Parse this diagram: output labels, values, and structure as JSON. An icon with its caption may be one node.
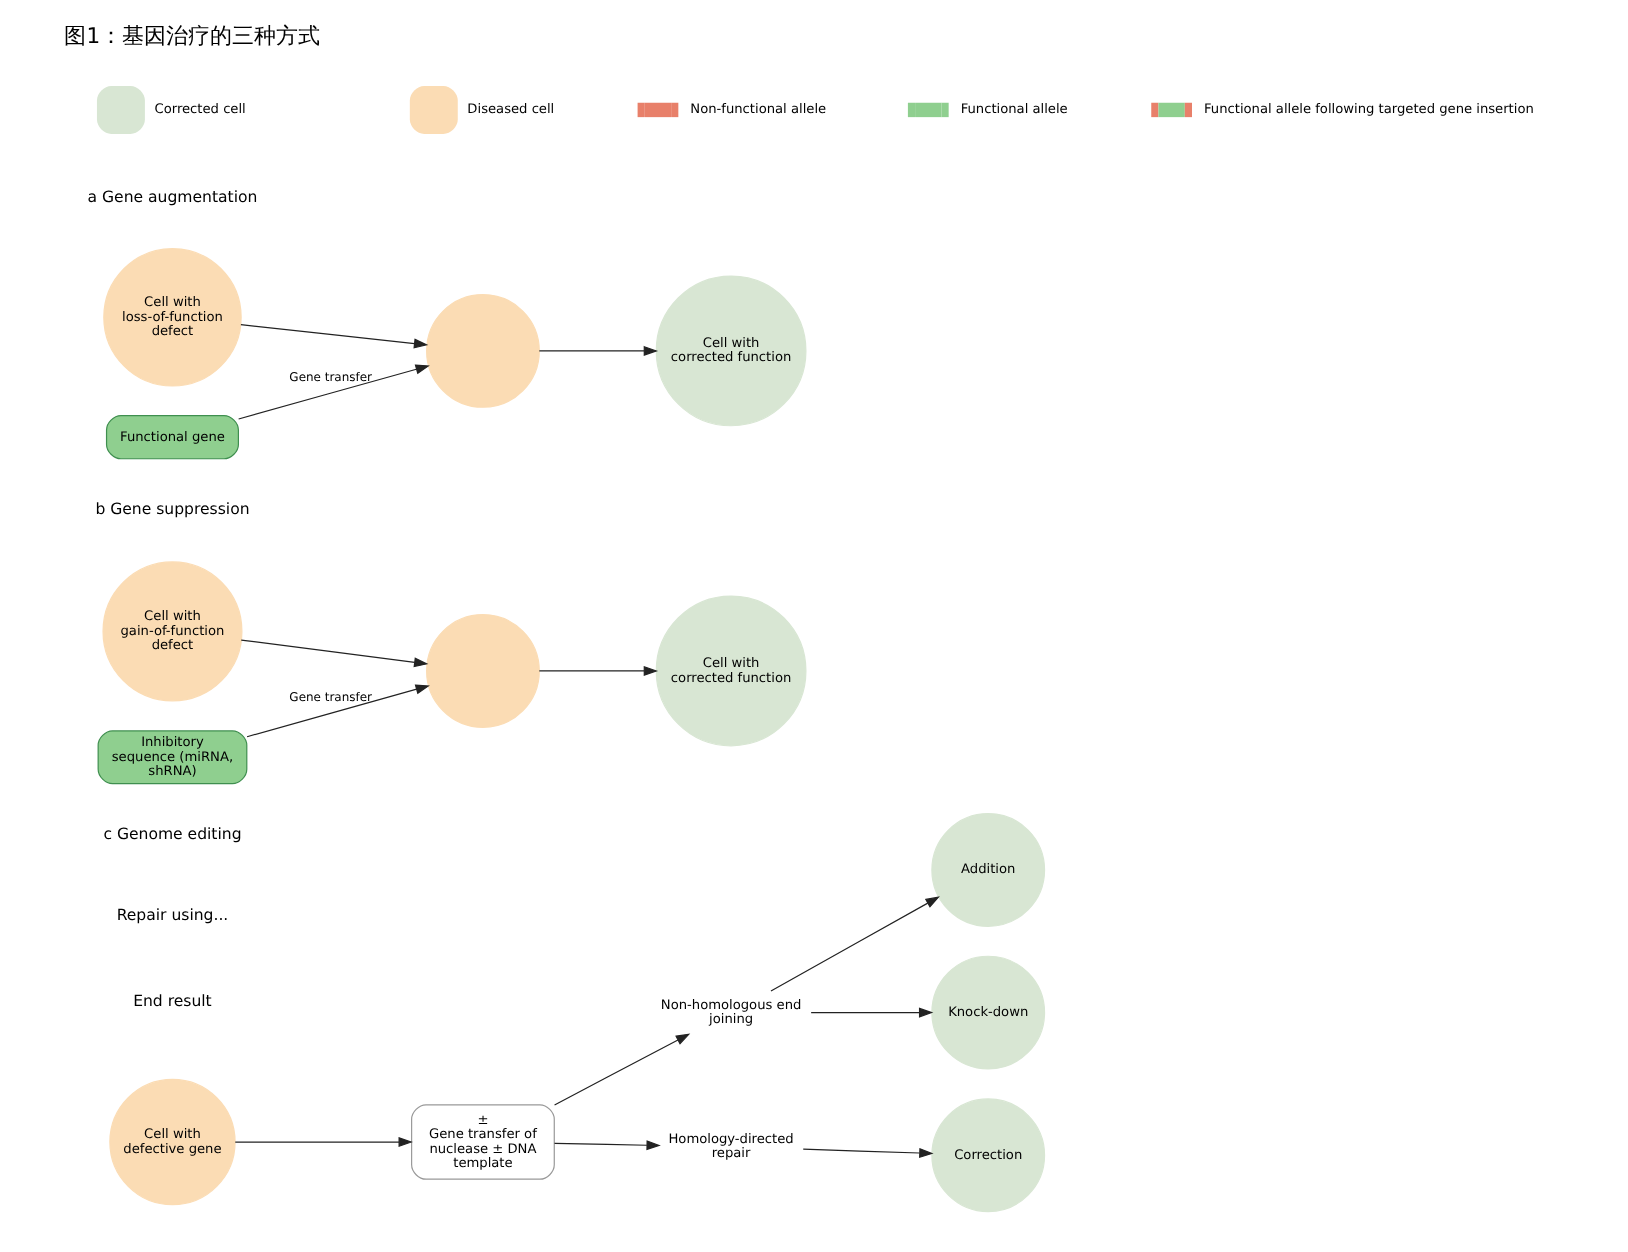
{
  "diagram": {
    "title": "图1：基因治疗的三种方式",
    "nodes": [
      {
        "text": [
          "Cell with loss-of-function defect"
        ]
      },
      {
        "text": [],
        "shape": "circle"
      },
      {
        "text": [
          "Cell with corrected function"
        ]
      },
      {
        "text": [
          "Functional gene"
        ]
      },
      {
        "text": [
          "Cell with gain-of-function defect"
        ]
      },
      {
        "text": [],
        "shape": "circle"
      },
      {
        "text": [
          "Cell with corrected function"
        ]
      },
      {
        "text": [
          "Inhibitory sequence (miRNA, shRNA)"
        ]
      },
      {
        "text": [
          "Cell with defective gene"
        ]
      },
      {
        "text": [
          "±",
          "Gene transfer of nuclease ± DNA template"
        ]
      },
      {
        "text": [
          "Homology-directed repair"
        ]
      },
      {
        "text": [
          "Non-homologous end joining"
        ]
      },
      {
        "text": [
          "Correction"
        ]
      },
      {
        "text": [
          "Knock-down"
        ]
      },
      {
        "text": [
          "Addition"
        ]
      }
    ],
    "edges": [
      {
        "from": 0,
        "to": 1,
        "arrow": "to"
      },
      {
        "from": 1,
        "to": 2,
        "arrow": "to"
      },
      {
        "from": 3,
        "to": 1,
        "arrow": "to",
        "label": "Gene transfer"
      },
      {
        "from": 4,
        "to": 5,
        "arrow": "to"
      },
      {
        "from": 5,
        "to": 6,
        "arrow": "to"
      },
      {
        "from": 7,
        "to": 5,
        "arrow": "to",
        "label": "Gene transfer"
      },
      {
        "from": 8,
        "to": 9,
        "arrow": "to"
      },
      {
        "from": 9,
        "to": 10,
        "arrow": "to"
      },
      {
        "from": 9,
        "to": 11,
        "arrow": "to"
      },
      {
        "from": 10,
        "to": 12,
        "arrow": "to"
      },
      {
        "from": 11,
        "to": 13,
        "arrow": "to"
      },
      {
        "from": 11,
        "to": 14,
        "arrow": "to"
      }
    ],
    "labels": [
      "a Gene augmentation",
      "b Gene suppression",
      "c Genome editing",
      "Repair using...",
      "End result"
    ],
    "legend": [
      {
        "text": "Corrected cell",
        "color": "#d8e6d3"
      },
      {
        "text": "Diseased cell",
        "color": "#fbdcb4"
      },
      {
        "text": "Non-functional allele"
      },
      {
        "text": "Functional allele"
      },
      {
        "text": "Functional allele following targeted gene insertion"
      }
    ]
  }
}
